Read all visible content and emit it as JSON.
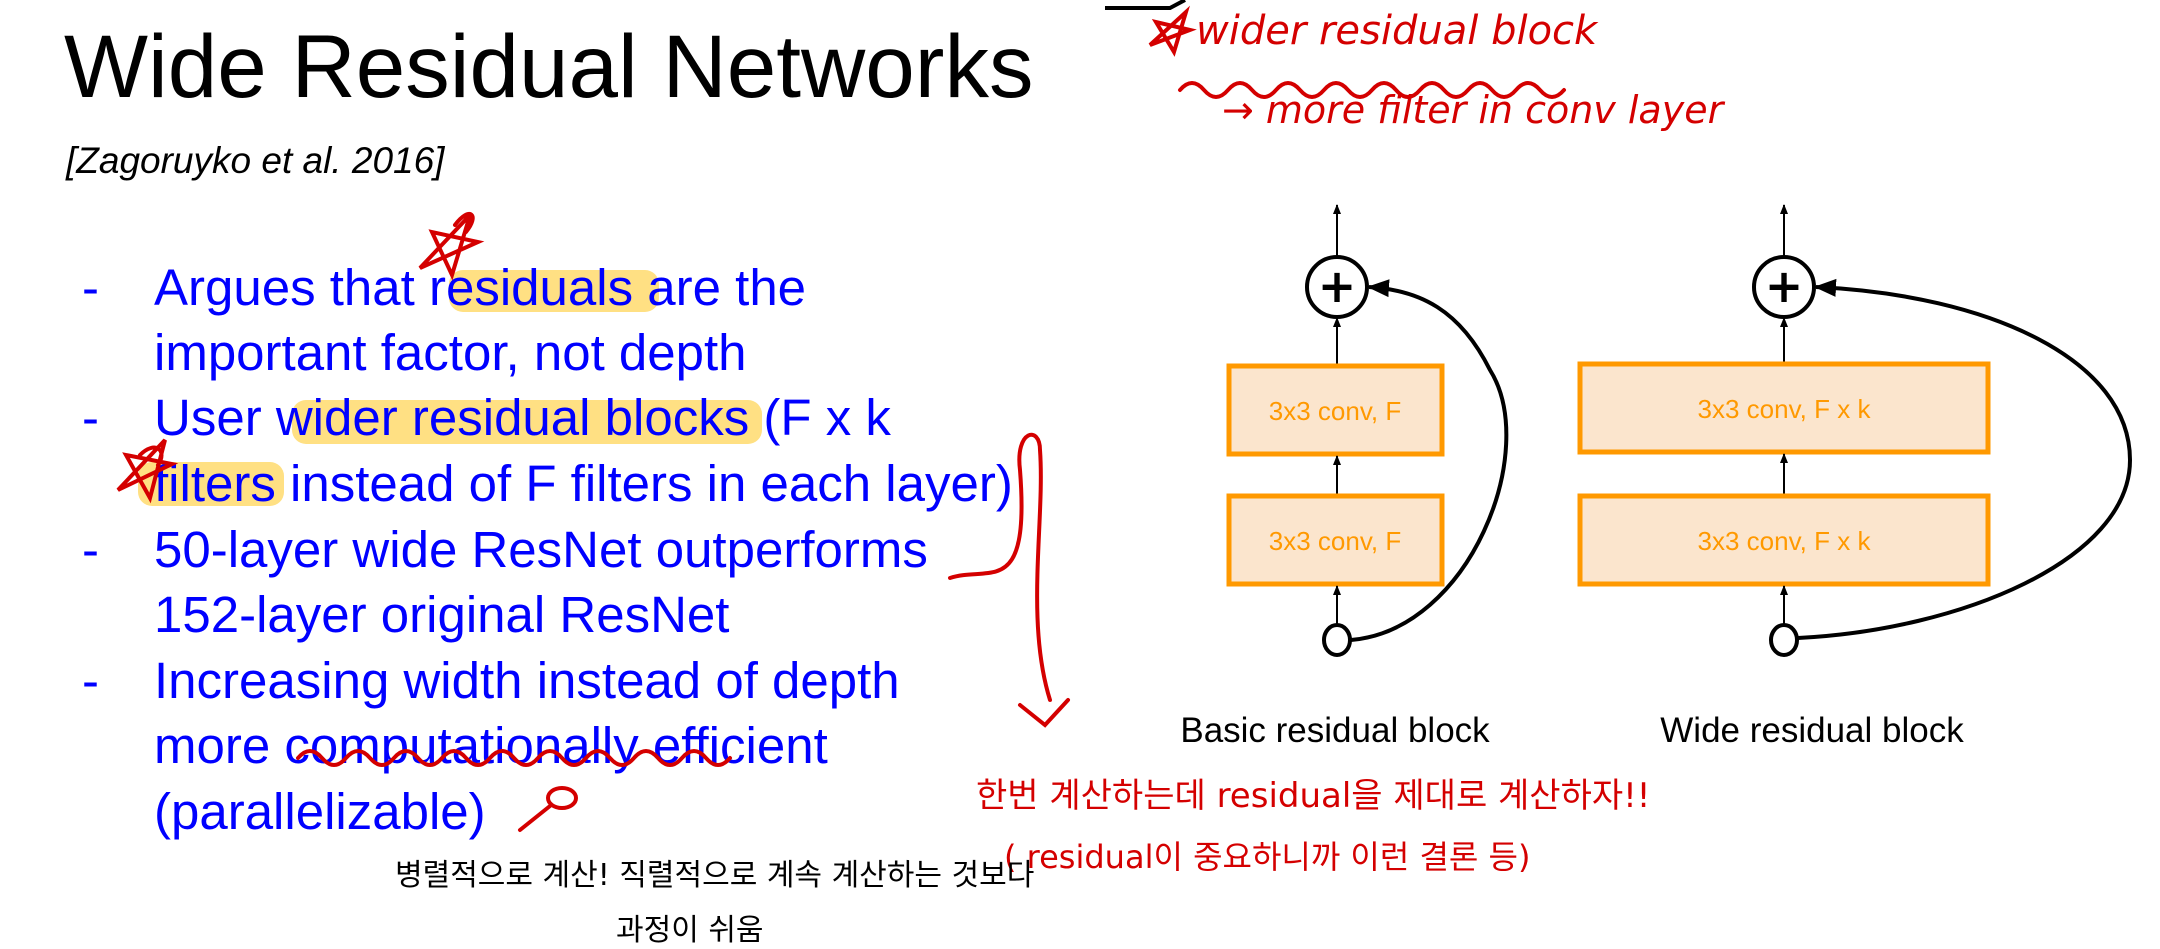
{
  "slide": {
    "title": "Wide Residual Networks",
    "citation": "[Zagoruyko et al. 2016]",
    "bullets": [
      {
        "dash": "-",
        "lines": [
          "Argues that residuals are the",
          "important factor, not depth"
        ]
      },
      {
        "dash": "-",
        "lines": [
          "User wider residual blocks (F x k",
          "filters instead of F filters in each layer)"
        ]
      },
      {
        "dash": "-",
        "lines": [
          "50-layer wide ResNet outperforms",
          "152-layer original ResNet"
        ]
      },
      {
        "dash": "-",
        "lines": [
          "Increasing width instead of depth",
          "more computationally efficient",
          "(parallelizable)"
        ]
      }
    ],
    "highlight_color": "#ffe083",
    "bullet_color": "#0000ff"
  },
  "diagram": {
    "basic": {
      "conv_top": "3x3 conv, F",
      "conv_bottom": "3x3 conv, F",
      "label": "Basic residual block",
      "add_symbol": "+"
    },
    "wide": {
      "conv_top": "3x3 conv, F x k",
      "conv_bottom": "3x3 conv, F x k",
      "label": "Wide residual block",
      "add_symbol": "+"
    },
    "box_fill": "#fbe5cd",
    "box_stroke": "#ff9900"
  },
  "annotations": {
    "top_note_1": "wider residual block",
    "top_note_2": "→ more filter in conv layer",
    "red_note_1": "한번 계산하는데 residual을 제대로 계산하자!!",
    "red_note_2": "( residual이 중요하니까 이런 결론 등)",
    "black_note_1": "병렬적으로 계산! 직렬적으로 계속 계산하는 것보다",
    "black_note_2": "과정이 쉬움",
    "ink_red": "#d40000"
  }
}
